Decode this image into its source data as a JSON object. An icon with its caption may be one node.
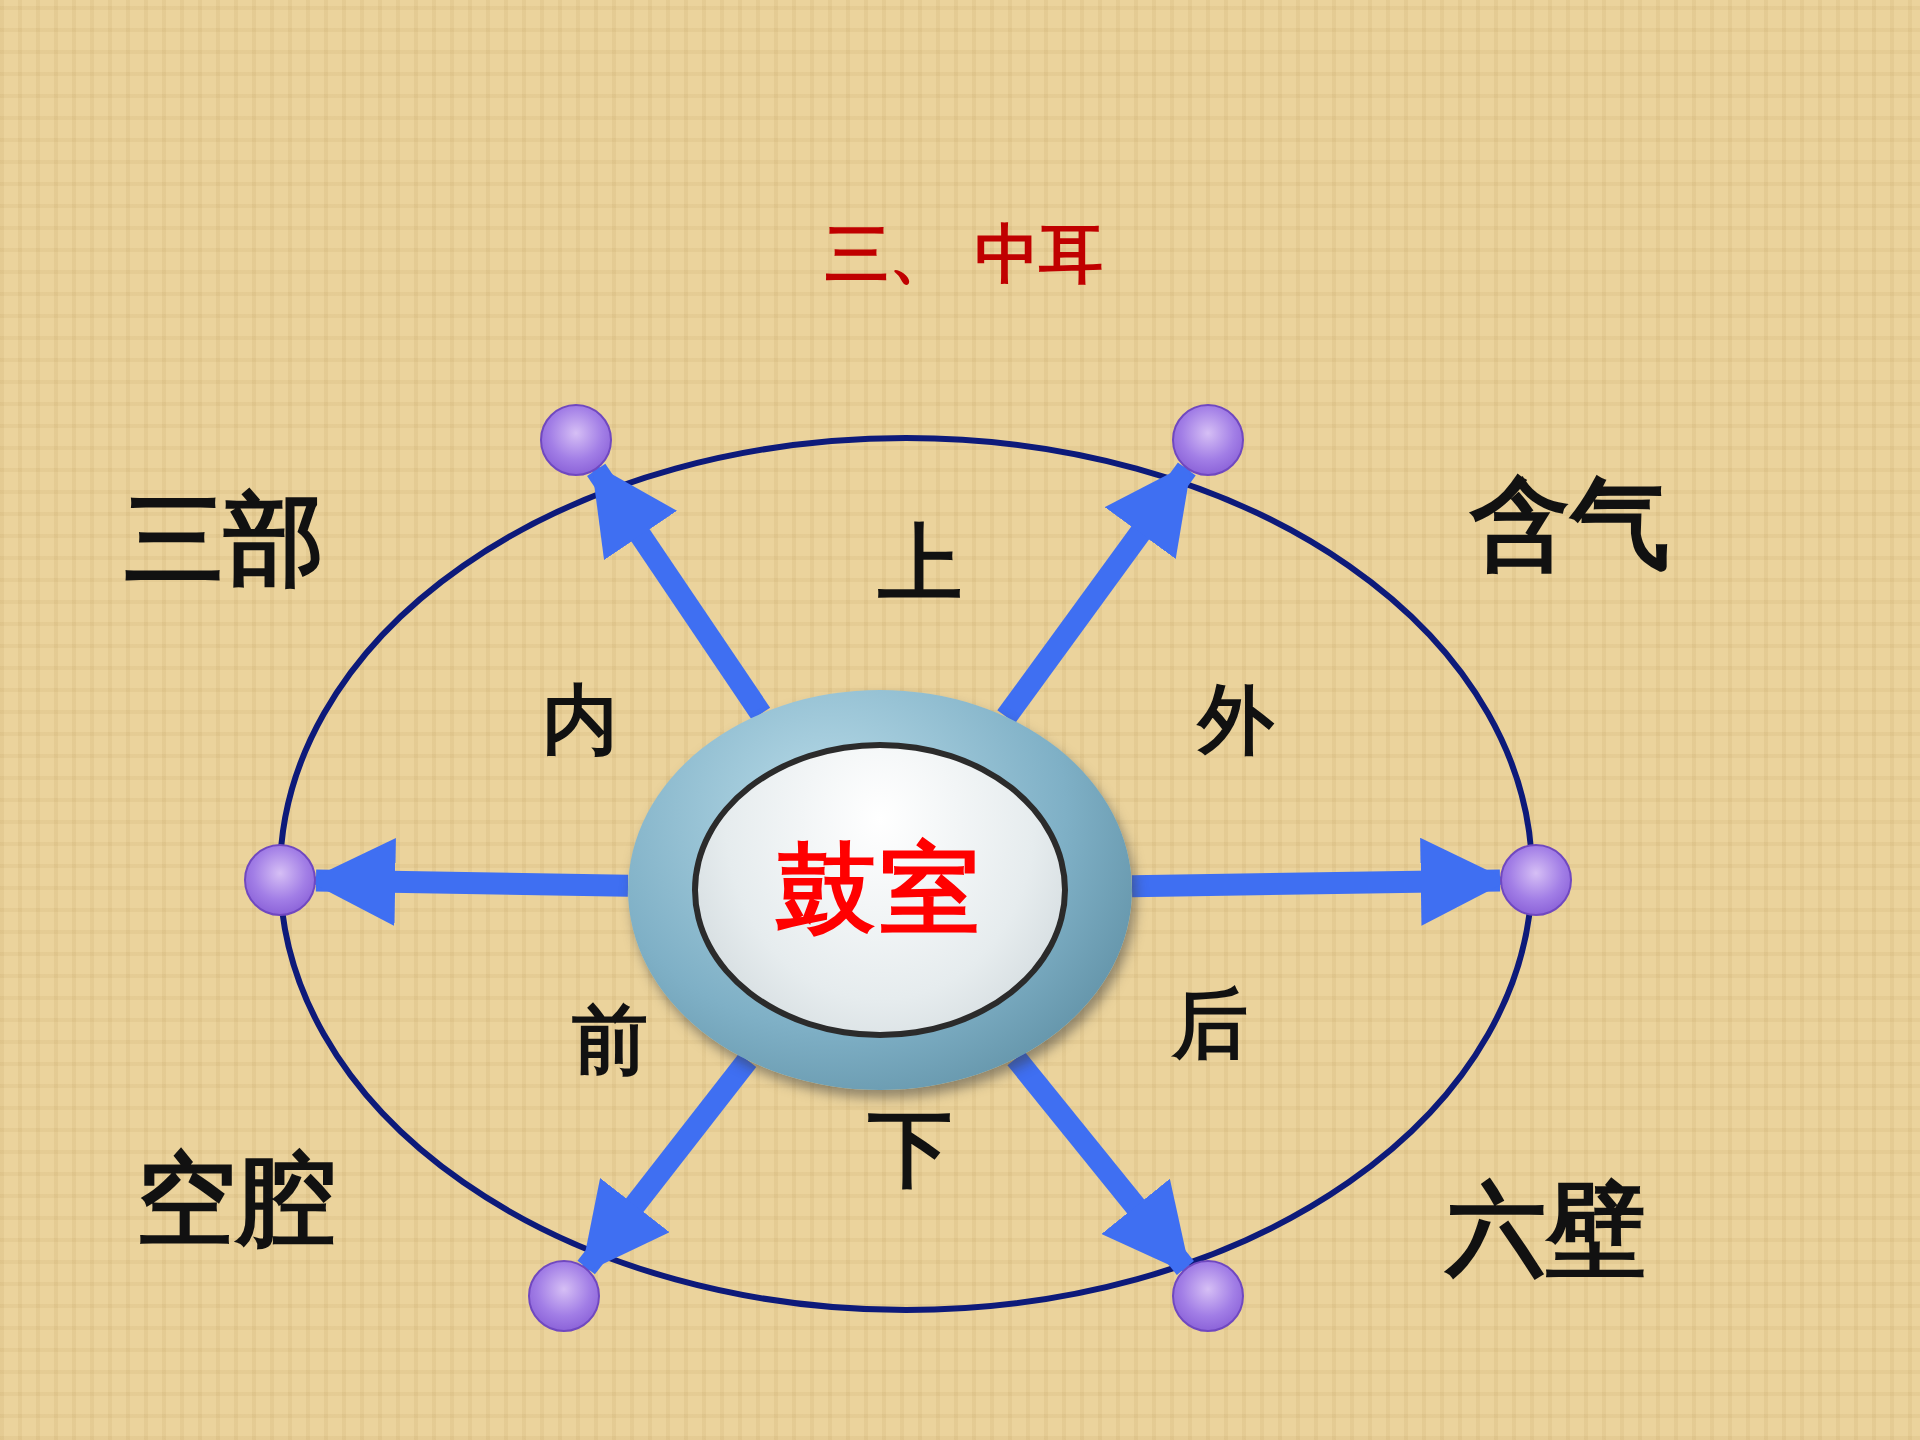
{
  "diagram": {
    "title": "三、 中耳",
    "nodes": [
      {
        "text": [
          "鼓室"
        ]
      },
      {
        "text": [],
        "shape": "circle"
      },
      {
        "text": [],
        "shape": "circle"
      },
      {
        "text": [],
        "shape": "circle"
      },
      {
        "text": [],
        "shape": "circle"
      },
      {
        "text": [],
        "shape": "circle"
      },
      {
        "text": [],
        "shape": "circle"
      }
    ],
    "edges": [
      {
        "from": 0,
        "to": 1,
        "arrow": "to"
      },
      {
        "from": 0,
        "to": 2,
        "arrow": "to"
      },
      {
        "from": 0,
        "to": 3,
        "arrow": "to"
      },
      {
        "from": 0,
        "to": 4,
        "arrow": "to"
      },
      {
        "from": 0,
        "to": 5,
        "arrow": "to"
      },
      {
        "from": 0,
        "to": 6,
        "arrow": "to"
      }
    ],
    "labels": [
      "三部",
      "上",
      "含气",
      "内",
      "外",
      "前",
      "后",
      "空腔",
      "下",
      "六壁"
    ]
  }
}
